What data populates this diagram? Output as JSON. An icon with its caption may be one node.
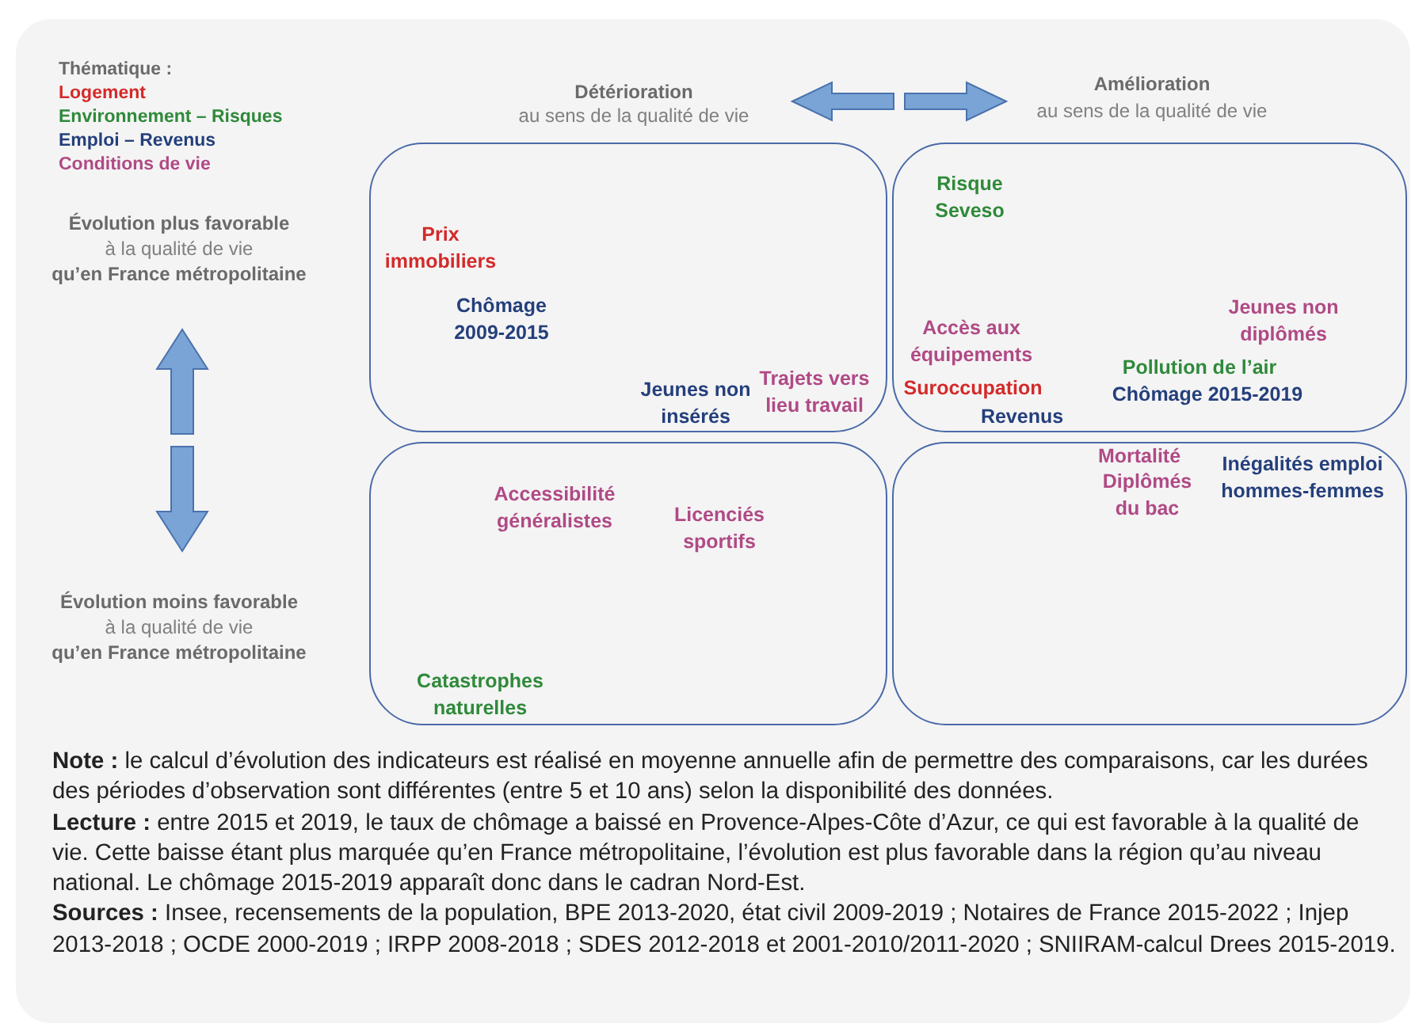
{
  "diagram": {
    "nodes": [
      {
        "text": [],
        "shape": "box"
      },
      {
        "text": [
          "Prix immobiliers"
        ],
        "in": 0
      },
      {
        "text": [
          "Chômage 2009-2015"
        ],
        "in": 0
      },
      {
        "text": [
          "Jeunes non insérés"
        ],
        "in": 0
      },
      {
        "text": [
          "Trajets vers lieu travail"
        ],
        "in": 0
      },
      {
        "text": [],
        "shape": "box"
      },
      {
        "text": [
          "Risque Seveso"
        ],
        "in": 5
      },
      {
        "text": [
          "Jeunes non diplômés"
        ],
        "in": 5
      },
      {
        "text": [
          "Accès aux équipements"
        ],
        "in": 5
      },
      {
        "text": [
          "Pollution de l’air"
        ],
        "in": 5
      },
      {
        "text": [
          "Suroccupation"
        ],
        "in": 5
      },
      {
        "text": [
          "Chômage 2015-2019"
        ],
        "in": 5
      },
      {
        "text": [
          "Revenus"
        ],
        "in": 5
      },
      {
        "text": [],
        "shape": "box"
      },
      {
        "text": [
          "Accessibilité généralistes"
        ],
        "in": 13
      },
      {
        "text": [
          "Licenciés sportifs"
        ],
        "in": 13
      },
      {
        "text": [
          "Catastrophes naturelles"
        ],
        "in": 13
      },
      {
        "text": [],
        "shape": "box"
      },
      {
        "text": [
          "Mortalité"
        ],
        "in": 17
      },
      {
        "text": [
          "Inégalités emploi hommes-femmes"
        ],
        "in": 17
      },
      {
        "text": [
          "Diplômés du bac"
        ],
        "in": 17
      }
    ],
    "labels": [
      "Thématique :",
      "Détérioration",
      "au sens de la qualité de vie",
      "Amélioration",
      "au sens de la qualité de vie",
      "Évolution plus favorable",
      "à la qualité de vie",
      "qu’en France métropolitaine",
      "Évolution moins favorable",
      "à la qualité de vie",
      "qu’en France métropolitaine",
      "**Note :** le calcul d’évolution des indicateurs est réalisé en moyenne annuelle afin de permettre des comparaisons, car les durées des périodes d’observation sont différentes (entre 5 et 10 ans) selon la disponibilité des données.",
      "**Lecture :** entre 2015 et 2019, le taux de chômage a baissé en Provence-Alpes-Côte d’Azur, ce qui est favorable à la qualité de vie. Cette baisse étant plus marquée qu’en France métropolitaine, l’évolution est plus favorable dans la région qu’au niveau national. Le chômage 2015-2019 apparaît donc dans le cadran Nord-Est.",
      "**Sources :** Insee, recensements de la population, BPE 2013-2020, état civil 2009-2019 ; Notaires de France 2015-2022 ; Injep 2013-2018 ; OCDE 2000-2019 ; IRPP 2008-2018 ; SDES 2012-2018 et 2001-2010/2011-2020 ; SNIIRAM-calcul Drees 2015-2019."
    ],
    "legend": [
      {
        "text": "Logement",
        "color": "#d42a2a"
      },
      {
        "text": "Environnement – Risques",
        "color": "#2f8a3a"
      },
      {
        "text": "Emploi – Revenus",
        "color": "#243f7c"
      },
      {
        "text": "Conditions de vie",
        "color": "#b04a85"
      }
    ]
  }
}
